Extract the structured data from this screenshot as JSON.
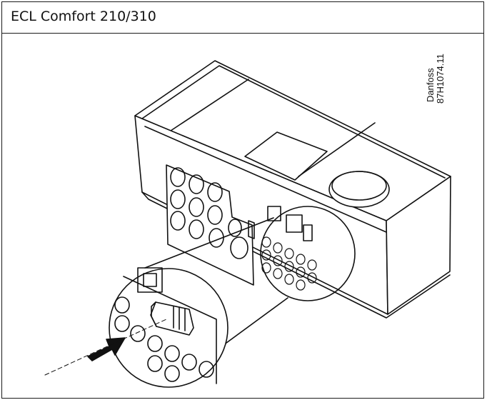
{
  "header": {
    "title": "ECL Comfort 210/310"
  },
  "figure": {
    "credit_brand": "Danfoss",
    "credit_code": "87H1074.11"
  },
  "colors": {
    "line": "#111111",
    "fill": "#ffffff",
    "arrow": "#111111"
  }
}
